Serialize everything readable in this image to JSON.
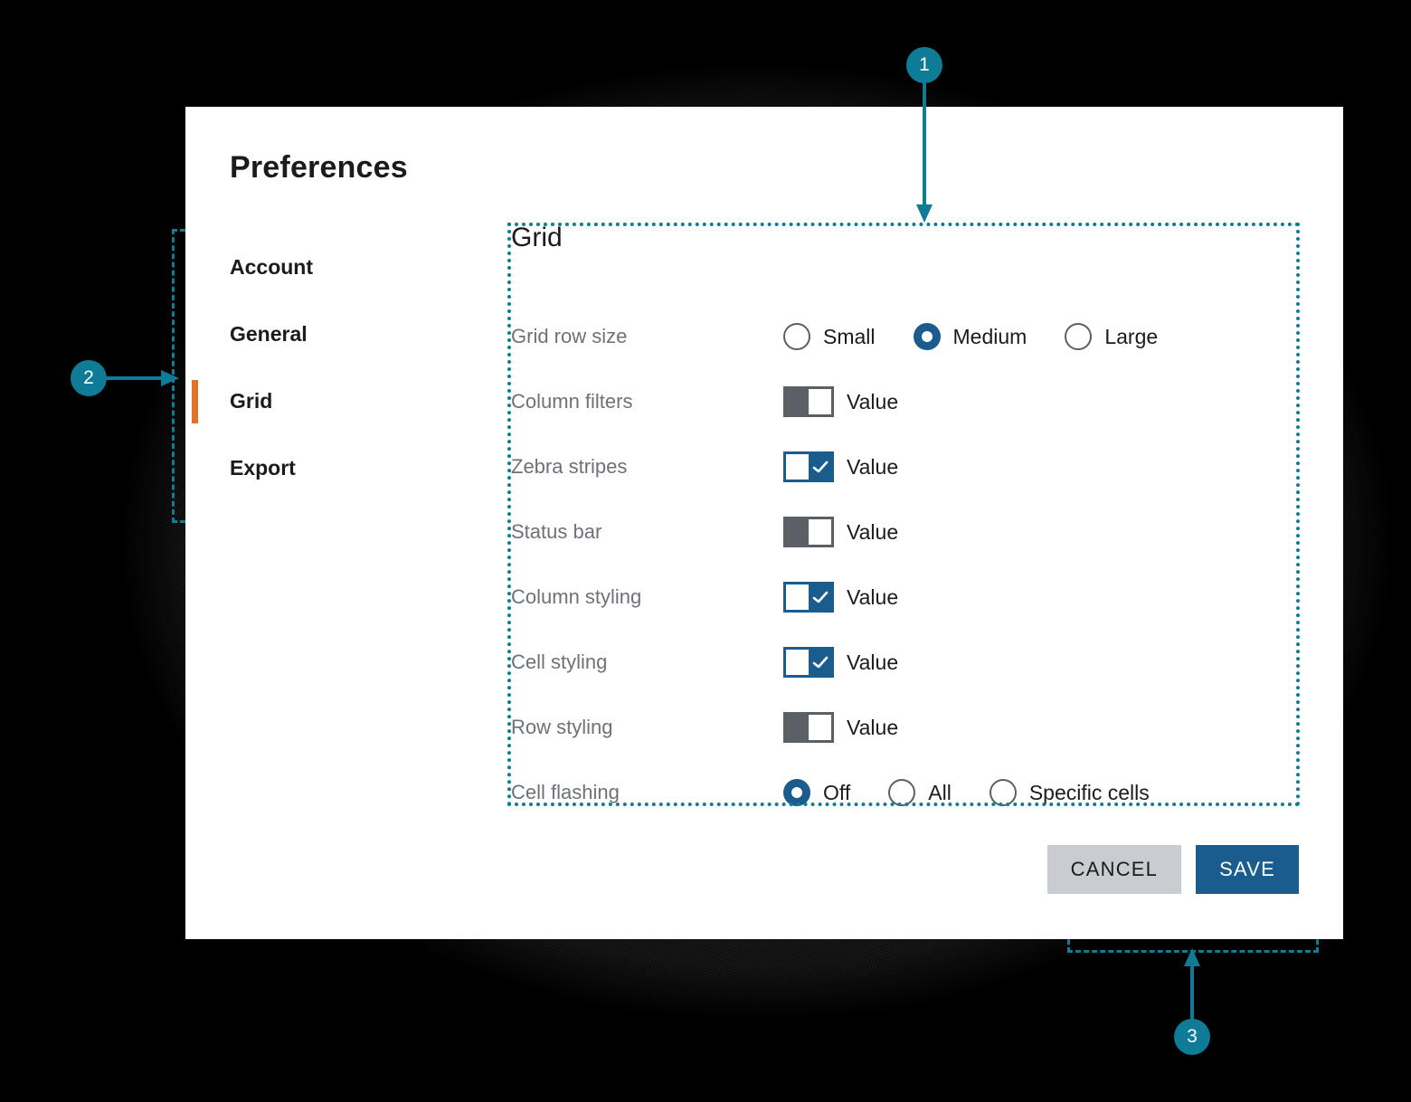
{
  "dialog": {
    "title": "Preferences"
  },
  "sidebar": {
    "items": [
      {
        "label": "Account",
        "active": false
      },
      {
        "label": "General",
        "active": false
      },
      {
        "label": "Grid",
        "active": true
      },
      {
        "label": "Export",
        "active": false
      }
    ]
  },
  "panel": {
    "heading": "Grid",
    "rows": [
      {
        "label": "Grid row size",
        "type": "radio",
        "options": [
          {
            "label": "Small",
            "checked": false
          },
          {
            "label": "Medium",
            "checked": true
          },
          {
            "label": "Large",
            "checked": false
          }
        ]
      },
      {
        "label": "Column filters",
        "type": "toggle",
        "checked": false,
        "value_label": "Value"
      },
      {
        "label": "Zebra stripes",
        "type": "toggle",
        "checked": true,
        "value_label": "Value"
      },
      {
        "label": "Status bar",
        "type": "toggle",
        "checked": false,
        "value_label": "Value"
      },
      {
        "label": "Column styling",
        "type": "toggle",
        "checked": true,
        "value_label": "Value"
      },
      {
        "label": "Cell styling",
        "type": "toggle",
        "checked": true,
        "value_label": "Value"
      },
      {
        "label": "Row styling",
        "type": "toggle",
        "checked": false,
        "value_label": "Value"
      },
      {
        "label": "Cell flashing",
        "type": "radio",
        "options": [
          {
            "label": "Off",
            "checked": true
          },
          {
            "label": "All",
            "checked": false
          },
          {
            "label": "Specific cells",
            "checked": false
          }
        ]
      }
    ]
  },
  "footer": {
    "cancel_label": "CANCEL",
    "save_label": "SAVE"
  },
  "annotations": {
    "markers": [
      {
        "number": "1"
      },
      {
        "number": "2"
      },
      {
        "number": "3"
      }
    ]
  },
  "colors": {
    "accent_blue": "#1A5C8E",
    "annotation_teal": "#0E7C96",
    "active_orange": "#E2722A",
    "label_gray": "#6d7278",
    "cancel_gray": "#C9CDD1"
  }
}
